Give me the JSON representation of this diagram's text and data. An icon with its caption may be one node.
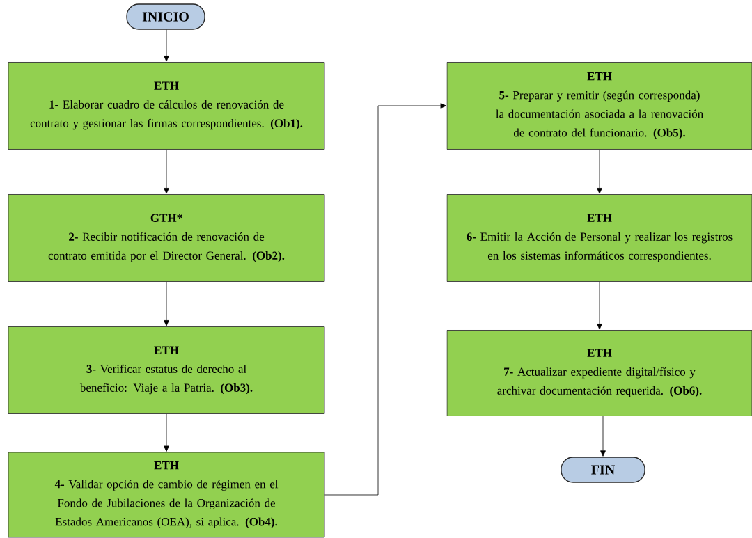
{
  "diagram": {
    "nodes": [
      {
        "text": [
          "INICIO"
        ]
      },
      {
        "text": [
          "ETH",
          "**1-** Elaborar cuadro de cálculos de renovación de contrato y gestionar las firmas correspondientes. **(Ob1).**"
        ]
      },
      {
        "text": [
          "GTH*",
          "**2-** Recibir notificación de renovación de contrato emitida por el Director General. **(Ob2).**"
        ]
      },
      {
        "text": [
          "ETH",
          "**3-** Verificar estatus de derecho al beneficio: Viaje a la Patria. **(Ob3).**"
        ]
      },
      {
        "text": [
          "ETH",
          "**4-** Validar opción de cambio de régimen en el Fondo de Jubilaciones de la Organización de Estados Americanos (OEA), si aplica. **(Ob4).**"
        ]
      },
      {
        "text": [
          "ETH",
          "**5-** Preparar y remitir (según corresponda) la documentación asociada a la renovación de contrato del funcionario. **(Ob5).**"
        ]
      },
      {
        "text": [
          "ETH",
          "**6-** Emitir la Acción de Personal y realizar los registros en los sistemas informáticos correspondientes."
        ]
      },
      {
        "text": [
          "ETH",
          "**7-** Actualizar expediente digital/físico y archivar documentación requerida. **(Ob6).**"
        ]
      },
      {
        "text": [
          "FIN"
        ]
      }
    ],
    "edges": [
      {
        "from": 0,
        "to": 1,
        "arrow": "to"
      },
      {
        "from": 1,
        "to": 2,
        "arrow": "to"
      },
      {
        "from": 2,
        "to": 3,
        "arrow": "to"
      },
      {
        "from": 3,
        "to": 4,
        "arrow": "to"
      },
      {
        "from": 4,
        "to": 5,
        "arrow": "to"
      },
      {
        "from": 5,
        "to": 6,
        "arrow": "to"
      },
      {
        "from": 6,
        "to": 7,
        "arrow": "to"
      },
      {
        "from": 7,
        "to": 8,
        "arrow": "to"
      }
    ]
  }
}
